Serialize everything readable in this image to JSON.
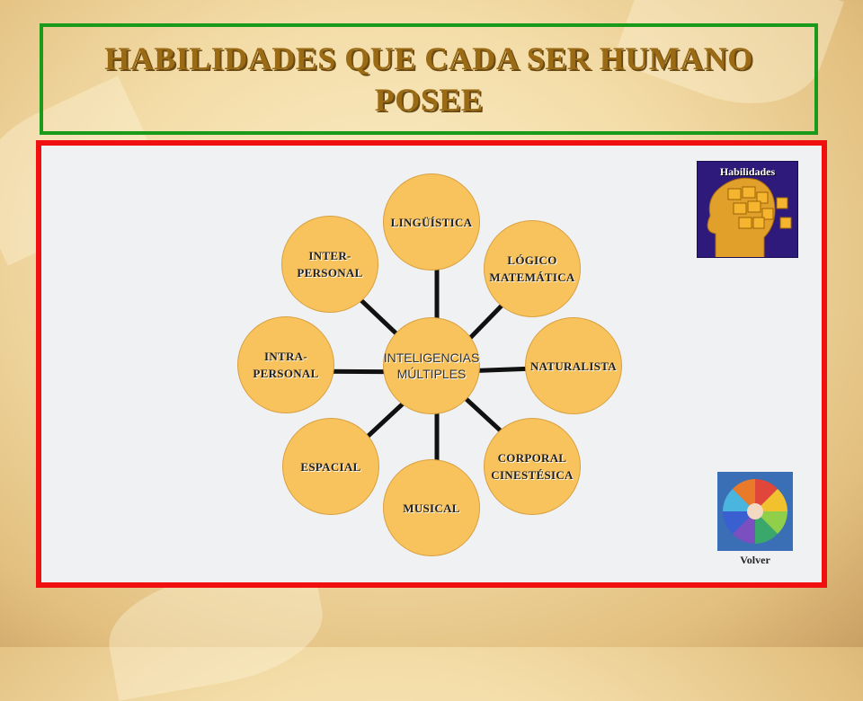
{
  "slide": {
    "title": "HABILIDADES QUE CADA SER HUMANO\nPOSEE"
  },
  "diagram": {
    "center": "INTELIGENCIAS\nMÚLTIPLES",
    "nodes": {
      "linguistica": "LINGÜÍSTICA",
      "logico": "LÓGICO\nMATEMÁTICA",
      "naturalista": "NATURALISTA",
      "corporal": "CORPORAL\nCINESTÉSICA",
      "musical": "MUSICAL",
      "espacial": "ESPACIAL",
      "intrapersonal": "INTRA-\nPERSONAL",
      "interpersonal": "INTER-\nPERSONAL"
    }
  },
  "thumbnails": {
    "habilidades_label": "Habilidades",
    "volver_label": "Volver"
  },
  "colors": {
    "title_border": "#1a9a1a",
    "content_border": "#f01010",
    "node_fill": "#f8c25c",
    "title_text": "#9a6a14"
  }
}
